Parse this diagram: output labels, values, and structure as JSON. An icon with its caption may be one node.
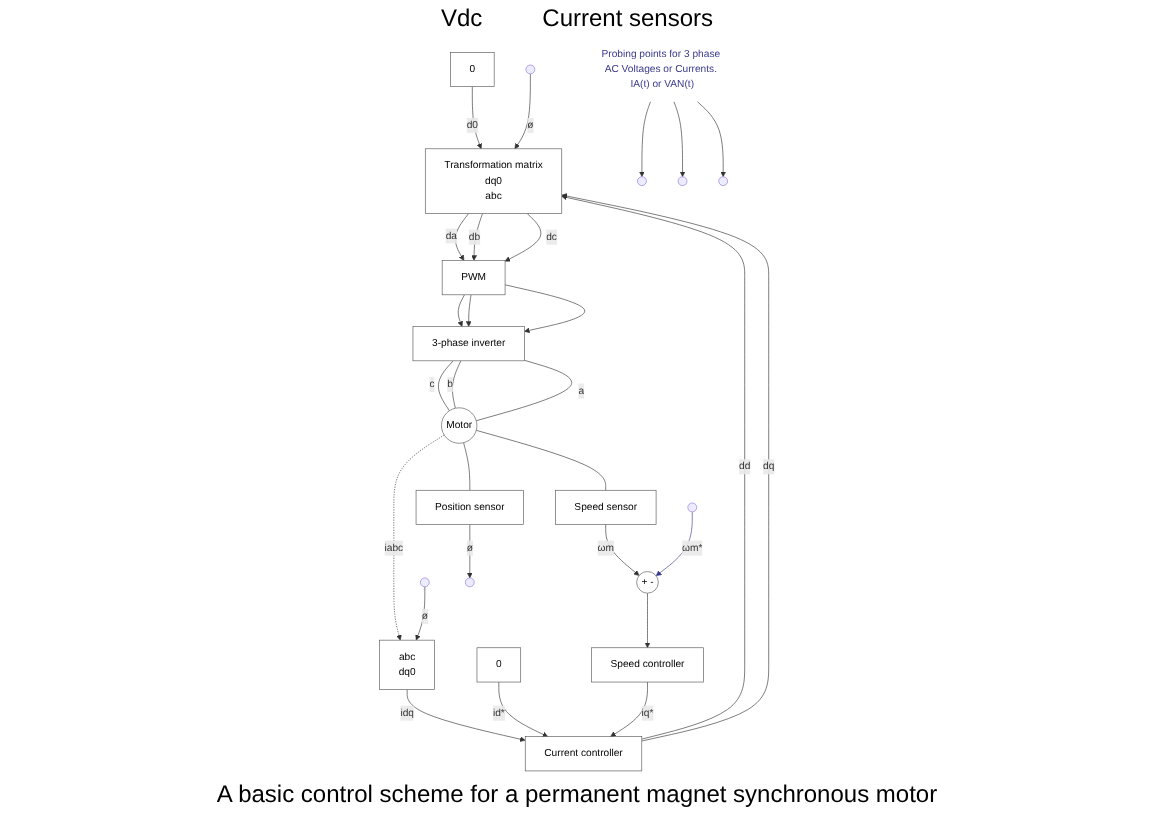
{
  "diagram": {
    "caption": "A basic control scheme for a permanent magnet synchronous motor",
    "nodes": [
      {
        "text": [
          "Transformation matrix",
          "dq0",
          "abc"
        ]
      },
      {
        "text": [
          "0"
        ]
      },
      {
        "text": [
          "PWM"
        ]
      },
      {
        "text": [
          "3-phase inverter"
        ]
      },
      {
        "text": [
          "Current controller"
        ]
      },
      {
        "text": [
          "abc",
          "dq0"
        ]
      },
      {
        "text": [
          "0"
        ]
      },
      {
        "text": [
          "Motor"
        ]
      },
      {
        "text": [
          "Speed controller"
        ]
      },
      {
        "text": [
          "+ -"
        ]
      },
      {
        "text": [
          "Speed sensor"
        ]
      },
      {
        "text": [
          "Position sensor"
        ]
      },
      {
        "text": [
          "Probing points for 3 phase AC Voltages or Currents. IA(t) or VAN(t)"
        ]
      }
    ],
    "edges": [
      {
        "from": 4,
        "to": 0,
        "label": "dd",
        "arrow": "to"
      },
      {
        "from": 4,
        "to": 0,
        "label": "dq",
        "arrow": "to"
      },
      {
        "from": 1,
        "to": 0,
        "label": "d0",
        "arrow": "to"
      },
      {
        "from": null,
        "to": 0,
        "label": "ø",
        "arrow": "to"
      },
      {
        "from": 0,
        "to": 2,
        "label": "da",
        "arrow": "to"
      },
      {
        "from": 0,
        "to": 2,
        "label": "db",
        "arrow": "to"
      },
      {
        "from": 0,
        "to": 2,
        "label": "dc",
        "arrow": "to"
      },
      {
        "from": 2,
        "to": 3,
        "arrow": "to"
      },
      {
        "from": 2,
        "to": 3,
        "arrow": "to"
      },
      {
        "from": 2,
        "to": 3,
        "arrow": "to"
      },
      {
        "from": 3,
        "to": 7,
        "label": "c",
        "arrow": "none"
      },
      {
        "from": 3,
        "to": 7,
        "label": "b",
        "arrow": "none"
      },
      {
        "from": 3,
        "to": 7,
        "label": "a",
        "arrow": "none"
      },
      {
        "from": 12,
        "to": null,
        "arrow": "to"
      },
      {
        "from": 12,
        "to": null,
        "arrow": "to"
      },
      {
        "from": 12,
        "to": null,
        "arrow": "to"
      },
      {
        "from": 7,
        "to": 5,
        "label": "iabc",
        "arrow": "to",
        "style": "dashed"
      },
      {
        "from": null,
        "to": 5,
        "label": "ø",
        "arrow": "to"
      },
      {
        "from": 5,
        "to": 4,
        "label": "idq",
        "arrow": "to"
      },
      {
        "from": 6,
        "to": 4,
        "label": "id*",
        "arrow": "to"
      },
      {
        "from": 8,
        "to": 4,
        "label": "iq*",
        "arrow": "to"
      },
      {
        "from": 7,
        "to": 10,
        "arrow": "none"
      },
      {
        "from": 7,
        "to": 11,
        "arrow": "none"
      },
      {
        "from": 11,
        "to": null,
        "label": "ø",
        "arrow": "to"
      },
      {
        "from": 10,
        "to": 9,
        "label": "ωm",
        "arrow": "to"
      },
      {
        "from": null,
        "to": 9,
        "label": "ωm*",
        "arrow": "to",
        "color": "#3a3a8c"
      },
      {
        "from": 9,
        "to": 8,
        "arrow": "to"
      }
    ],
    "labels": [
      "Vdc",
      "Current sensors"
    ]
  }
}
